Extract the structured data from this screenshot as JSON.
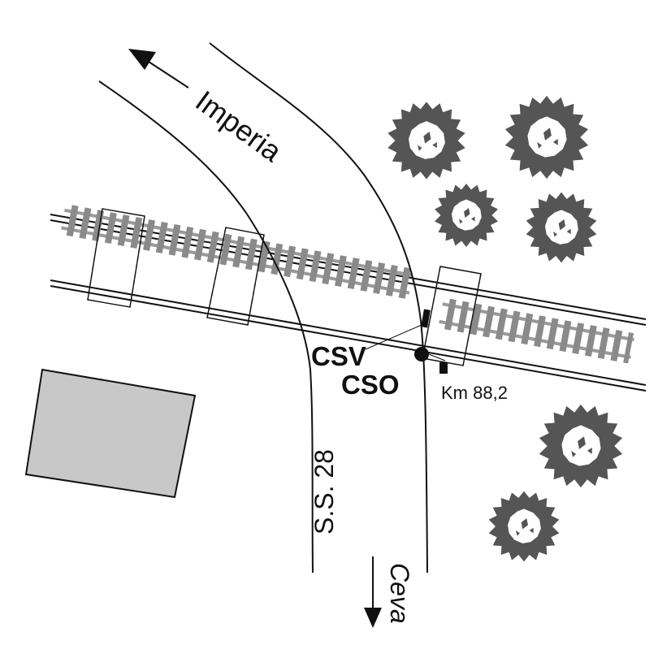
{
  "labels": {
    "direction_north": "Imperia",
    "direction_south": "Ceva",
    "road_name": "S.S. 28",
    "signal_csv": "CSV",
    "signal_cso": "CSO",
    "kilometre": "Km 88,2"
  },
  "colors": {
    "line": "#111111",
    "tree_fill": "#555555",
    "track": "#8a8a8a",
    "building": "#c8c8c8"
  },
  "icons": [
    "tree-icon",
    "arrow-icon",
    "signal-icon"
  ]
}
